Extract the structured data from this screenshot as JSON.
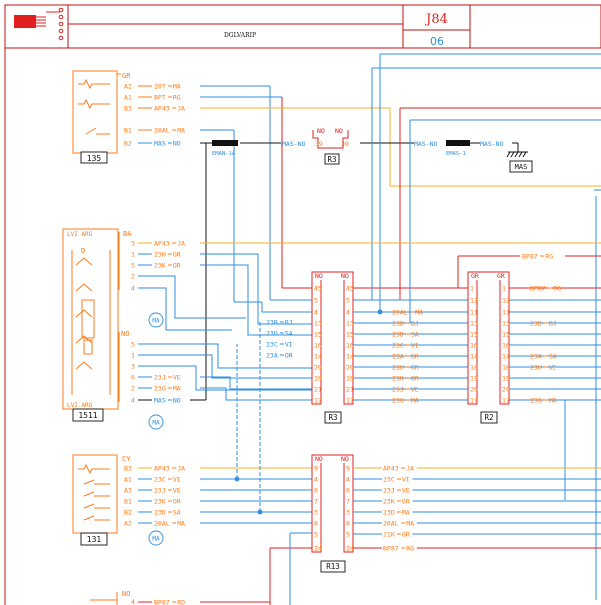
{
  "header": {
    "function_name": "DGLVARIP",
    "page_code": "J84",
    "page_number": "06"
  },
  "colors": {
    "orange": "#ff7a1a",
    "blue": "#2f8fe0",
    "red": "#e02020",
    "yellow": "#f5b020",
    "frame": "#c01010",
    "black": "#111111"
  },
  "components": {
    "c135": {
      "id": "135",
      "connector": "GR",
      "pins": [
        {
          "pin": "A2",
          "wire": "20T",
          "color": "MA"
        },
        {
          "pin": "A1",
          "wire": "BPT",
          "color": "RG"
        },
        {
          "pin": "B3",
          "wire": "AP43",
          "color": "JA"
        },
        {
          "pin": "B1",
          "wire": "20AL",
          "color": "MA"
        },
        {
          "pin": "B2",
          "wire": "MAS",
          "color": "NO"
        }
      ]
    },
    "c1511": {
      "id": "1511",
      "label_top": "LVI ARG",
      "label_bottom": "LVI ARG",
      "connector_ba": "BA",
      "connector_no": "NO",
      "letter": "D",
      "pins_ba": [
        {
          "pin": "3",
          "wire": "AP43",
          "color": "JA"
        },
        {
          "pin": "1",
          "wire": "23H",
          "color": "GR"
        },
        {
          "pin": "5",
          "wire": "23K",
          "color": "OR"
        },
        {
          "pin": "2",
          "wire": "",
          "color": ""
        },
        {
          "pin": "4",
          "wire": "",
          "color": ""
        }
      ],
      "pins_no": [
        {
          "pin": "5",
          "wire": "",
          "color": ""
        },
        {
          "pin": "1",
          "wire": "",
          "color": ""
        },
        {
          "pin": "3",
          "wire": "",
          "color": ""
        },
        {
          "pin": "6",
          "wire": "23J",
          "color": "VE"
        },
        {
          "pin": "2",
          "wire": "23G",
          "color": "MA"
        },
        {
          "pin": "4",
          "wire": "MAS",
          "color": "NO"
        }
      ]
    },
    "c131": {
      "id": "131",
      "connector": "CY",
      "pins": [
        {
          "pin": "B3",
          "wire": "AP43",
          "color": "JA"
        },
        {
          "pin": "A1",
          "wire": "23C",
          "color": "VI"
        },
        {
          "pin": "A3",
          "wire": "23J",
          "color": "VE"
        },
        {
          "pin": "B1",
          "wire": "23K",
          "color": "OR"
        },
        {
          "pin": "B2",
          "wire": "23D",
          "color": "SA"
        },
        {
          "pin": "A2",
          "wire": "20AL",
          "color": "MA"
        }
      ]
    },
    "cBottom": {
      "connector": "NO",
      "pin": "4",
      "wire": "BP87",
      "color": "RD"
    }
  },
  "ma_marks": [
    "MA",
    "MA",
    "MA"
  ],
  "mid_wires": [
    {
      "wire": "23B",
      "color": "BJ"
    },
    {
      "wire": "23D",
      "color": "SA"
    },
    {
      "wire": "23C",
      "color": "VI"
    },
    {
      "wire": "23A",
      "color": "OR"
    }
  ],
  "splices": {
    "eman": "EMAN-1A",
    "emas": "EMAS-1",
    "ground": "MAS",
    "mas_no_left": "MAS-NO",
    "mas_no_right": "MAS-NO",
    "mas_no_end": "MAS-NO"
  },
  "connectors": {
    "R3_small": {
      "label": "R3",
      "left": "NO",
      "right": "NO",
      "pin_left": "39",
      "pin_right": "39"
    },
    "R3_big": {
      "label": "R3",
      "left": "NO",
      "right": "NO",
      "pins": [
        "45",
        "5",
        "4",
        "13",
        "15",
        "16",
        "14",
        "20",
        "19",
        "21",
        "17"
      ]
    },
    "R2": {
      "label": "R2",
      "left": "GR",
      "right": "GR",
      "pins_left": [
        "1",
        "12",
        "11",
        "13",
        "15",
        "16",
        "14",
        "18",
        "19",
        "20",
        "17"
      ],
      "pins_right": [
        "1",
        "12",
        "11",
        "13",
        "15",
        "16",
        "14",
        "18",
        "19",
        "20",
        "17"
      ]
    },
    "R13": {
      "label": "R13",
      "left": "NO",
      "right": "NO",
      "pins": [
        "9",
        "4",
        "6",
        "7",
        "3",
        "8",
        "5",
        "24"
      ]
    }
  },
  "r3_to_r2_wires": [
    {
      "wire": "",
      "color": ""
    },
    {
      "wire": "",
      "color": ""
    },
    {
      "wire": "20AL",
      "color": "MA"
    },
    {
      "wire": "23B",
      "color": "BJ"
    },
    {
      "wire": "23D",
      "color": "SA"
    },
    {
      "wire": "23C",
      "color": "VI"
    },
    {
      "wire": "23A",
      "color": "GR"
    },
    {
      "wire": "23H",
      "color": "GR"
    },
    {
      "wire": "23K",
      "color": "OR"
    },
    {
      "wire": "23J",
      "color": "VE"
    },
    {
      "wire": "23G",
      "color": "MA"
    }
  ],
  "r2_right_wires": [
    {
      "wire": "BP87",
      "color": "RG",
      "row": 0
    },
    {
      "wire": "23B",
      "color": "BJ",
      "row": 3
    },
    {
      "wire": "23A",
      "color": "SA",
      "row": 6
    },
    {
      "wire": "23H",
      "color": "VE",
      "row": 7
    },
    {
      "wire": "23G",
      "color": "MA",
      "row": 10
    }
  ],
  "bp87_top": {
    "wire": "BP87",
    "color": "RG"
  },
  "r13_right_wires": [
    {
      "wire": "AP43",
      "color": "JA"
    },
    {
      "wire": "23C",
      "color": "VI"
    },
    {
      "wire": "23J",
      "color": "VE"
    },
    {
      "wire": "23K",
      "color": "OR"
    },
    {
      "wire": "23D",
      "color": "MA"
    },
    {
      "wire": "20AL",
      "color": "MA"
    },
    {
      "wire": "21K",
      "color": "GR"
    },
    {
      "wire": "BP87",
      "color": "RG"
    }
  ]
}
